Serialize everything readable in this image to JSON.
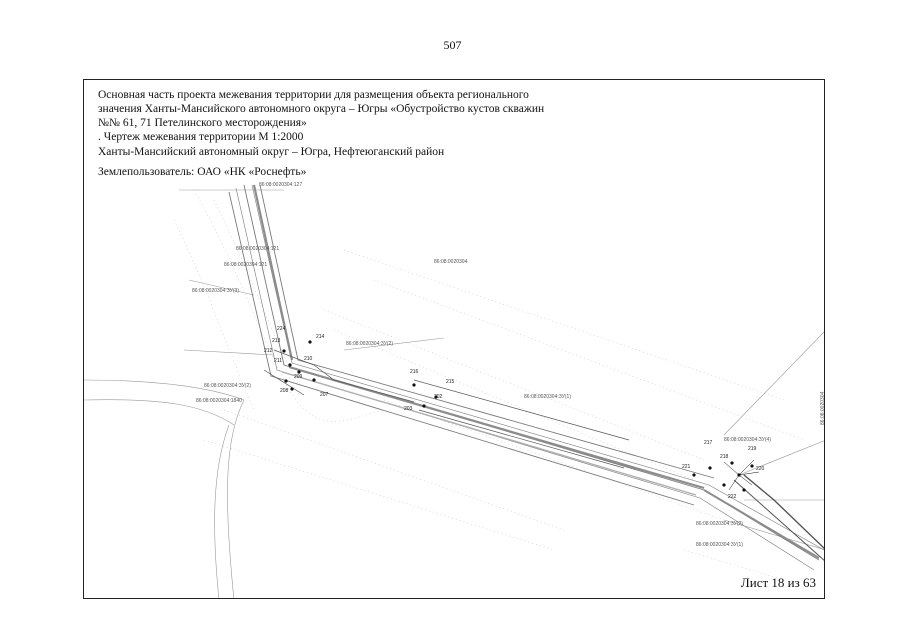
{
  "page": {
    "number": "507"
  },
  "header": {
    "title_lines": [
      "Основная часть проекта межевания территории для размещения объекта регионального",
      "значения Ханты-Мансийского автономного округа – Югры «Обустройство кустов скважин",
      "№№ 61, 71 Петелинского месторождения»",
      ". Чертеж межевания территории М 1:2000"
    ],
    "region": "Ханты-Мансийский автономный округ – Югра, Нефтеюганский район",
    "land_user": "Землепользователь: ОАО «НК «Роснефть»"
  },
  "footer": {
    "sheet": "Лист 18 из 63"
  },
  "map": {
    "parcel_labels": [
      "86:08:0020304",
      "86:08:0020304:127",
      "86:08:0020304:121",
      "86:08:0020304:ЗУ(3)",
      "86:08:0020304:ЗУ(2)",
      "86:08:0020304:1840",
      "86:08:0020304:ЗУ(1)",
      "86:08:0020304:ЗУ(4)",
      "86:08:0020304:ЗУ(2)"
    ],
    "point_labels": [
      "224",
      "214",
      "213",
      "212",
      "211",
      "210",
      "209",
      "208",
      "207",
      "216",
      "215",
      "202",
      "203",
      "217",
      "218",
      "219",
      "220",
      "221",
      "222"
    ]
  },
  "colors": {
    "road": "#7a7a7a",
    "dots": "#9a9a9a",
    "frame": "#222222"
  }
}
